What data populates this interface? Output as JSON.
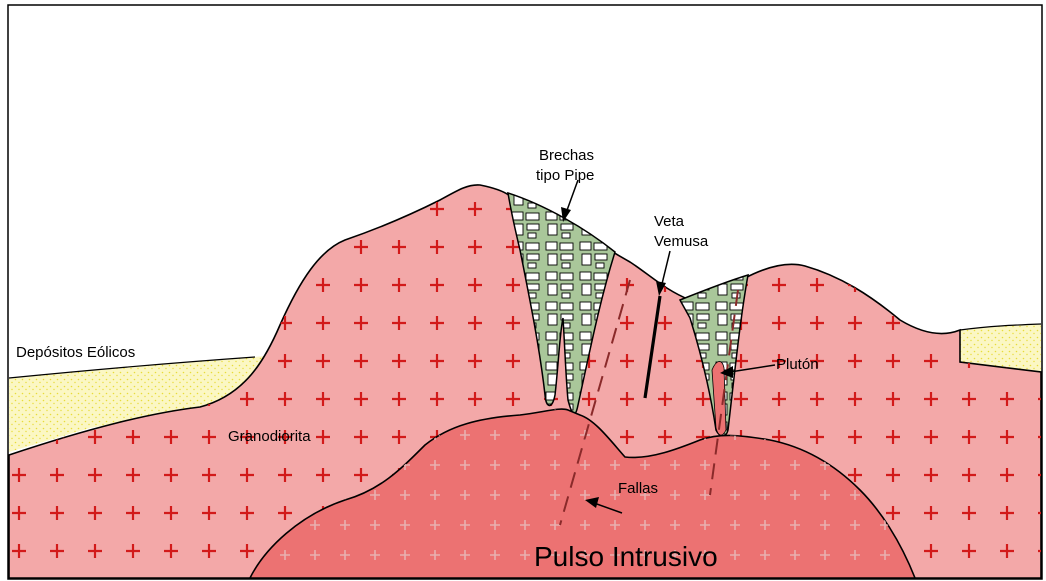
{
  "labels": {
    "depositos": "Depósitos Eólicos",
    "granodiorita": "Granodiorita",
    "brechas_line1": "Brechas",
    "brechas_line2": "tipo Pipe",
    "veta_line1": "Veta",
    "veta_line2": "Vemusa",
    "pluton": "Plutón",
    "fallas": "Fallas",
    "pulso": "Pulso Intrusivo"
  },
  "colors": {
    "granodiorite": "#f3a8a8",
    "intrusive_pulse": "#ec7272",
    "breccia": "#a9c79a",
    "aeolian": "#fbf7c4",
    "aeolian_dots": "#e8dc3a",
    "plus_sign": "#d21a1a",
    "outline": "#000000"
  }
}
